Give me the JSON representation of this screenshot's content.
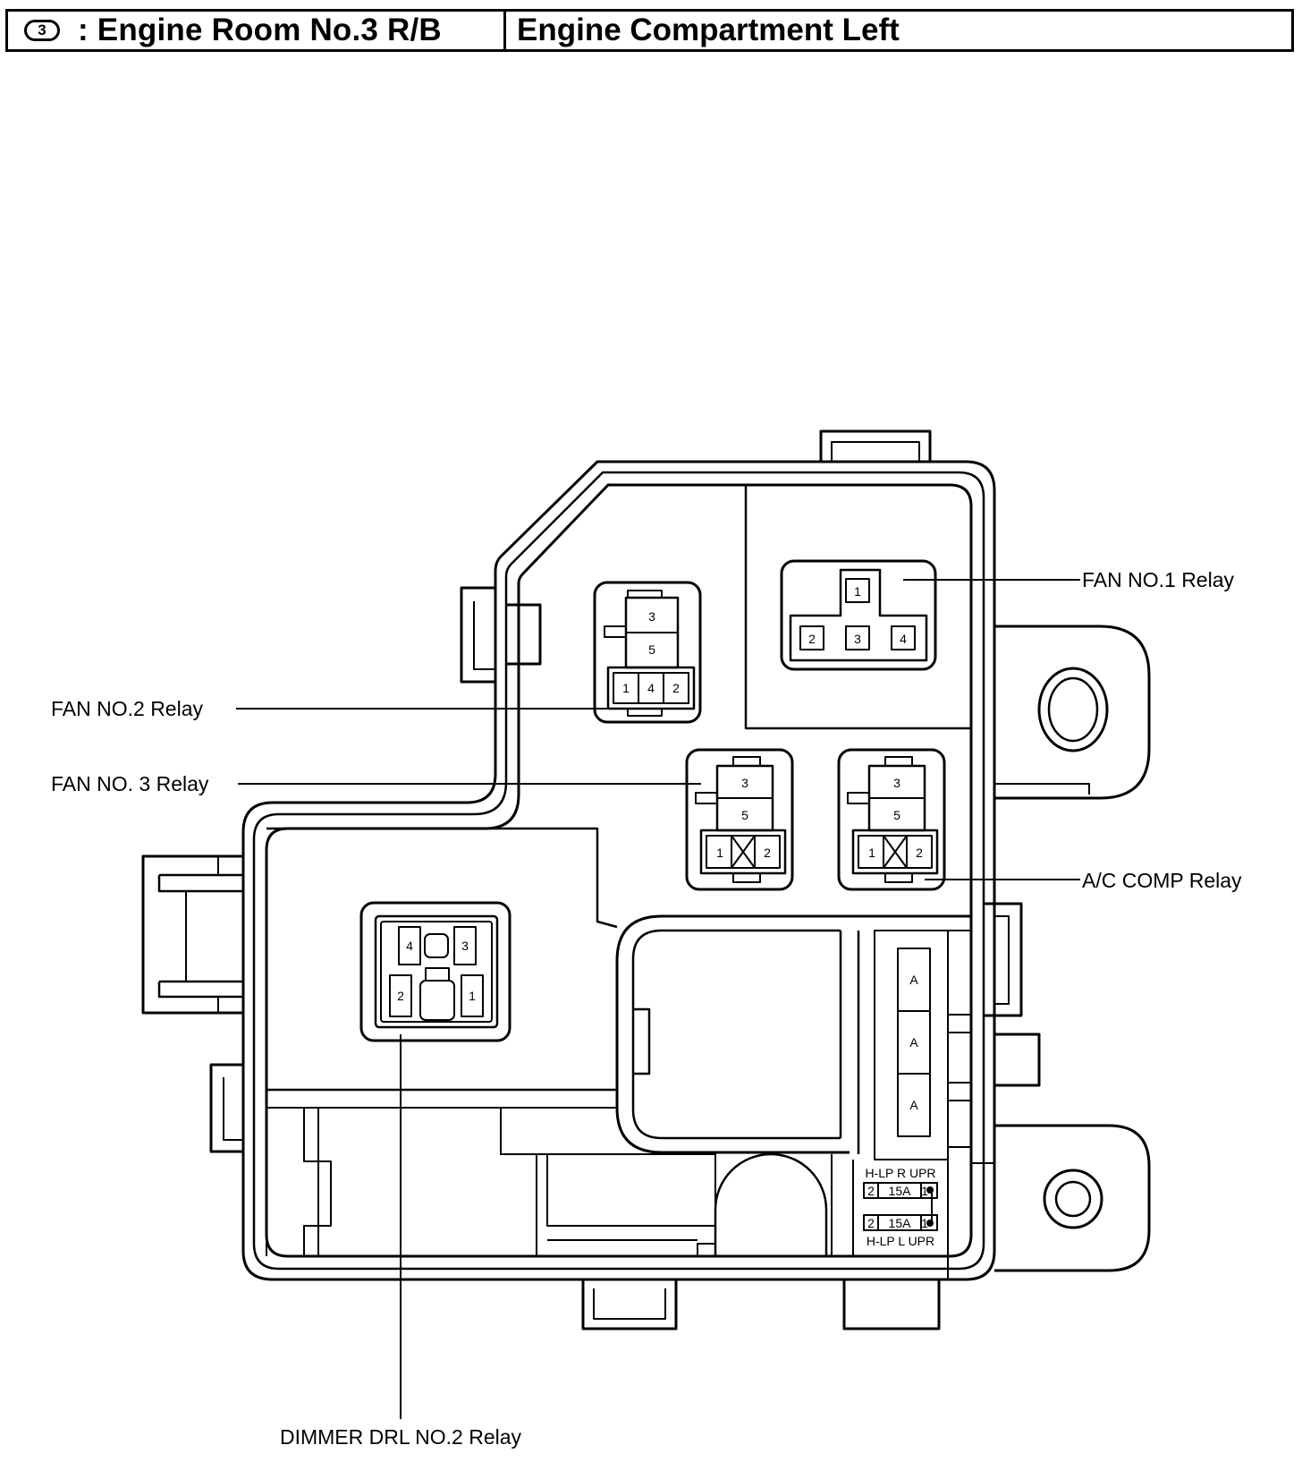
{
  "header": {
    "badge": "3",
    "title": ": Engine Room No.3 R/B",
    "location": "Engine Compartment Left"
  },
  "labels": {
    "fan1": "FAN NO.1 Relay",
    "fan2": "FAN NO.2 Relay",
    "fan3": "FAN NO. 3 Relay",
    "ac": "A/C COMP Relay",
    "dimmer": "DIMMER DRL NO.2 Relay"
  },
  "fan1_pins": {
    "p1": "1",
    "p2": "2",
    "p3": "3",
    "p4": "4"
  },
  "fan2_pins": {
    "p3": "3",
    "p5": "5",
    "p1": "1",
    "p4": "4",
    "p2": "2"
  },
  "fan3_pins": {
    "p3": "3",
    "p5": "5",
    "p1": "1",
    "p2": "2"
  },
  "ac_pins": {
    "p3": "3",
    "p5": "5",
    "p1": "1",
    "p2": "2"
  },
  "dimmer_pins": {
    "p4": "4",
    "p3": "3",
    "p2": "2",
    "p1": "1"
  },
  "fuse_slots": {
    "a1": "A",
    "a2": "A",
    "a3": "A"
  },
  "fuses": {
    "upper_name": "H-LP R UPR",
    "upper_left": "2",
    "upper_rating": "15A",
    "upper_right": "1",
    "lower_name": "H-LP L UPR",
    "lower_left": "2",
    "lower_rating": "15A",
    "lower_right": "1"
  }
}
